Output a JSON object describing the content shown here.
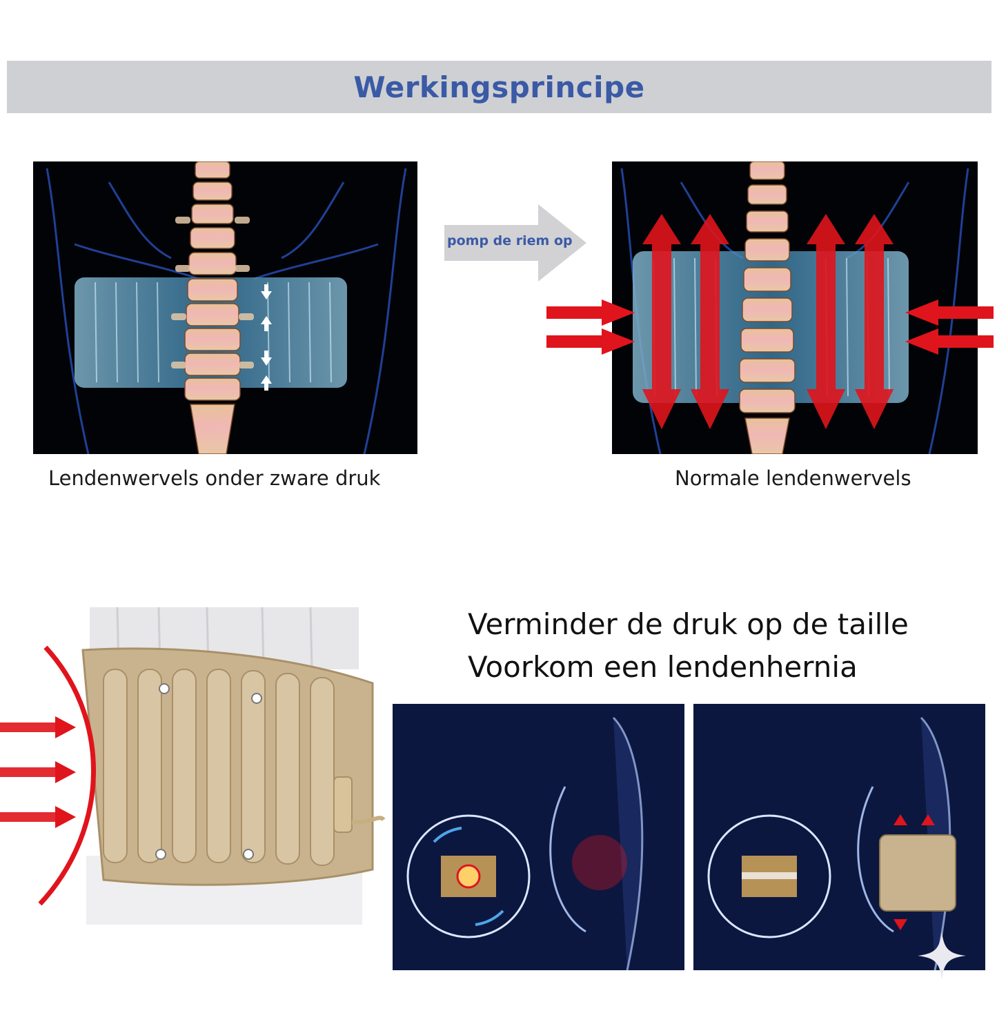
{
  "header": {
    "title": "Werkingsprincipe"
  },
  "diagram": {
    "arrow_label": "pomp de riem op",
    "left_caption": "Lendenwervels onder zware druk",
    "right_caption": "Normale lendenwervels"
  },
  "benefits": {
    "line1": "Verminder de druk op de taille",
    "line2": "Voorkom een lendenhernia"
  },
  "colors": {
    "title_blue": "#3a5aa6",
    "header_gray": "#cfd0d3",
    "arrow_red": "#e0141c",
    "belt_beige": "#c9b38f",
    "panel_navy": "#0c1740"
  },
  "icons": [
    "pressure-arrows-icon",
    "decompress-arrows-icon",
    "sparkle-icon"
  ]
}
